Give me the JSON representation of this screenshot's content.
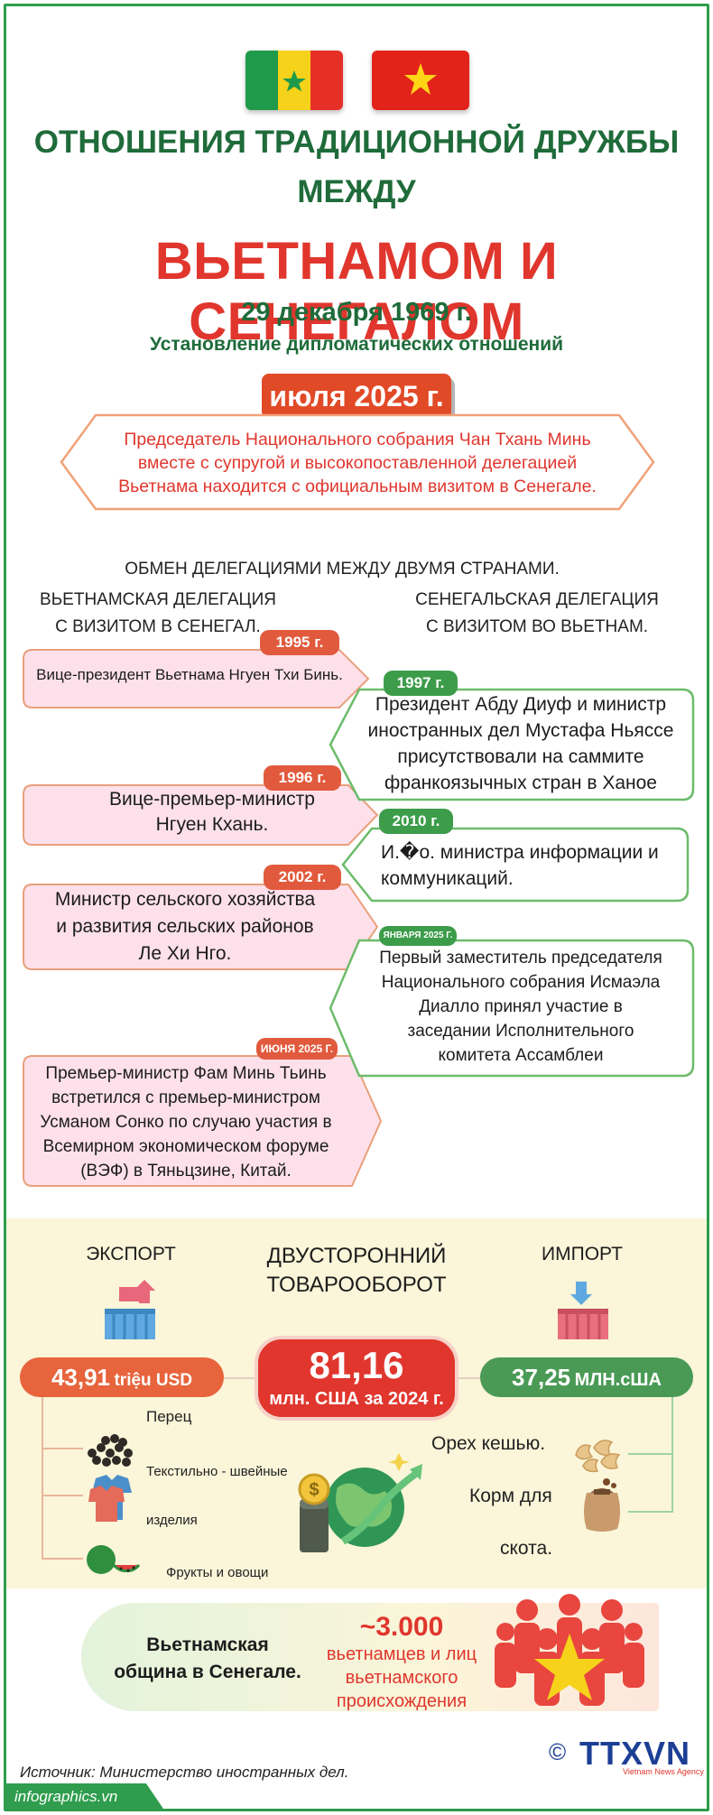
{
  "header": {
    "title_line1": "ОТНОШЕНИЯ ТРАДИЦИОННОЙ ДРУЖБЫ",
    "title_line2": "МЕЖДУ",
    "title_line3": "ВЬЕТНАМОМ И СЕНЕГАЛОМ",
    "date": "29 декабря 1969 г.",
    "date_caption": "Установление дипломатических отношений"
  },
  "visit": {
    "label": "июля 2025 г.",
    "text_line1": "Председатель Национального собрания Чан Тхань Минь",
    "text_line2": "вместе с супругой и высокопоставленной делегацией",
    "text_line3": "Вьетнама находится с официальным визитом в Сенегале."
  },
  "exchange": {
    "heading": "ОБМЕН ДЕЛЕГАЦИЯМИ МЕЖДУ ДВУМЯ СТРАНАМИ.",
    "left_heading_line1": "ВЬЕТНАМСКАЯ ДЕЛЕГАЦИЯ",
    "left_heading_line2": "С ВИЗИТОМ В СЕНЕГАЛ.",
    "right_heading_line1": "СЕНЕГАЛЬСКАЯ ДЕЛЕГАЦИЯ",
    "right_heading_line2": "С ВИЗИТОМ ВО ВЬЕТНАМ.",
    "vn": [
      {
        "year": "1995 г.",
        "lines": [
          "Вице-президент Вьетнама Нгуен Тхи Бинь."
        ]
      },
      {
        "year": "1996 г.",
        "lines": [
          "Вице-премьер-министр",
          "Нгуен Кхань."
        ]
      },
      {
        "year": "2002 г.",
        "lines": [
          "Министр сельского хозяйства",
          "и развития сельских районов",
          "Ле Хи Нго."
        ]
      },
      {
        "year": "ИЮНЯ 2025 Г.",
        "lines": [
          "Премьер-министр Фам Минь Тьинь",
          "встретился с премьер-министром",
          "Усманом Сонко по случаю участия в",
          "Всемирном экономическом форуме",
          "(ВЭФ) в Тяньцзине, Китай."
        ]
      }
    ],
    "sn": [
      {
        "year": "1997 г.",
        "lines": [
          "Президент Абду Диуф и министр",
          "иностранных дел Мустафа Ньяссе",
          "присутствовали на саммите",
          "франкоязычных стран в Ханое"
        ]
      },
      {
        "year": "2010 г.",
        "lines": [
          "И.�о. министра информации и",
          "коммуникаций."
        ]
      },
      {
        "year": "ЯНВАРЯ 2025 Г.",
        "lines": [
          "Первый заместитель председателя",
          "Национального собрания Исмаэла",
          "Диалло принял участие в",
          "заседании Исполнительного",
          "комитета Ассамблеи"
        ]
      }
    ]
  },
  "trade": {
    "export_label": "ЭКСПОРТ",
    "import_label": "ИМПОРТ",
    "center_line1": "ДВУСТОРОННИЙ",
    "center_line2": "ТОВАРООБОРОТ",
    "export_value": "43,91",
    "export_unit": "triệu USD",
    "total_value": "81,16",
    "total_caption": "млн. США за 2024 г.",
    "import_value": "37,25",
    "import_unit": "МЛН.сША",
    "export_items": [
      "Перец",
      "Текстильно - швейные",
      "изделия",
      "Фрукты и овощи"
    ],
    "import_items": [
      "Орех кешью.",
      "Корм для",
      "скота."
    ],
    "colors": {
      "export": "#e7643c",
      "total": "#e0362d",
      "import": "#4a9a55"
    }
  },
  "community": {
    "label_line1": "Вьетнамская",
    "label_line2": "община в Сенегале.",
    "count": "~3.000",
    "desc_line1": "вьетнамцев и лиц",
    "desc_line2": "вьетнамского",
    "desc_line3": "происхождения"
  },
  "footer": {
    "source": "Источник: Министерство иностранных дел.",
    "site": "infographics.vn",
    "copyright": "©",
    "agency": "TTXVN",
    "agency_sub": "Vietnam News Agency"
  }
}
